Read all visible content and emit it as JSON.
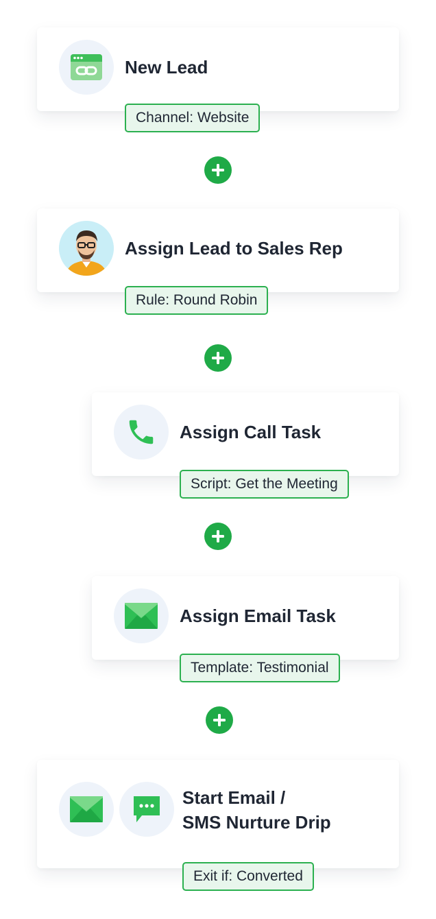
{
  "steps": [
    {
      "title_lines": [
        "New Lead"
      ],
      "icon": "browser-link-icon",
      "tag": "Channel: Website"
    },
    {
      "title_lines": [
        "Assign Lead to Sales Rep"
      ],
      "icon": "sales-rep-avatar",
      "tag": "Rule: Round Robin"
    },
    {
      "title_lines": [
        "Assign Call Task"
      ],
      "icon": "phone-icon",
      "tag": "Script: Get the Meeting"
    },
    {
      "title_lines": [
        "Assign Email Task"
      ],
      "icon": "email-icon",
      "tag": "Template: Testimonial"
    },
    {
      "title_lines": [
        "Start Email /",
        "SMS Nurture Drip"
      ],
      "icons": [
        "email-icon",
        "sms-chat-icon"
      ],
      "tag": "Exit if: Converted"
    }
  ],
  "colors": {
    "accent_green": "#1faa47",
    "tag_border": "#2bb04f",
    "tag_fill": "#e8f6ec",
    "text_dark": "#1f2633",
    "icon_bg": "#eef3fa"
  }
}
